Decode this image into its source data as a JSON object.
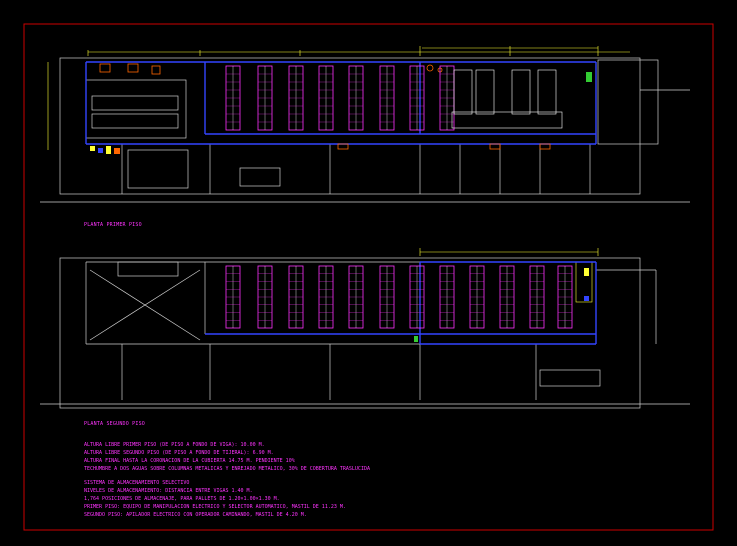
{
  "drawing": {
    "plan_titles": {
      "first": "PLANTA PRIMER PISO",
      "second": "PLANTA SEGUNDO PISO"
    },
    "notes": [
      "ALTURA LIBRE PRIMER PISO (DE PISO A FONDO DE VIGA): 10.00 M.",
      "ALTURA LIBRE SEGUNDO PISO (DE PISO A FONDO DE TIJERAL): 6.90 M.",
      "ALTURA FINAL HASTA LA CORONACION DE LA CUBIERTA 14.75 M. PENDIENTE 10%",
      "TECHUMBRE A DOS AGUAS SOBRE COLUMNAS METALICAS Y ENREJADO METALICO, 30% DE COBERTURA TRASLUCIDA",
      "SISTEMA DE ALMACENAMIENTO SELECTIVO",
      "NIVELES DE ALMACENAMIENTO: DISTANCIA ENTRE VIGAS 1.40 M.",
      "1,764 POSICIONES DE ALMACENAJE, PARA PALLETS DE 1.20×1.00×1.30 M.",
      "PRIMER PISO: EQUIPO DE MANIPULACION ELECTRICO Y SELECTOR AUTOMATICO, MASTIL DE 11.23 M.",
      "SEGUNDO PISO: APILADOR ELECTRICO CON OPERADOR CAMINANDO, MASTIL DE 4.20 M."
    ],
    "colors": {
      "background": "#000000",
      "frame": "#cc0000",
      "outline": "#cfcfcf",
      "wall": "#3344ff",
      "rack": "#ff33ff",
      "dimension": "#ffff33",
      "accent": "#ff6600",
      "green": "#33cc33"
    }
  }
}
